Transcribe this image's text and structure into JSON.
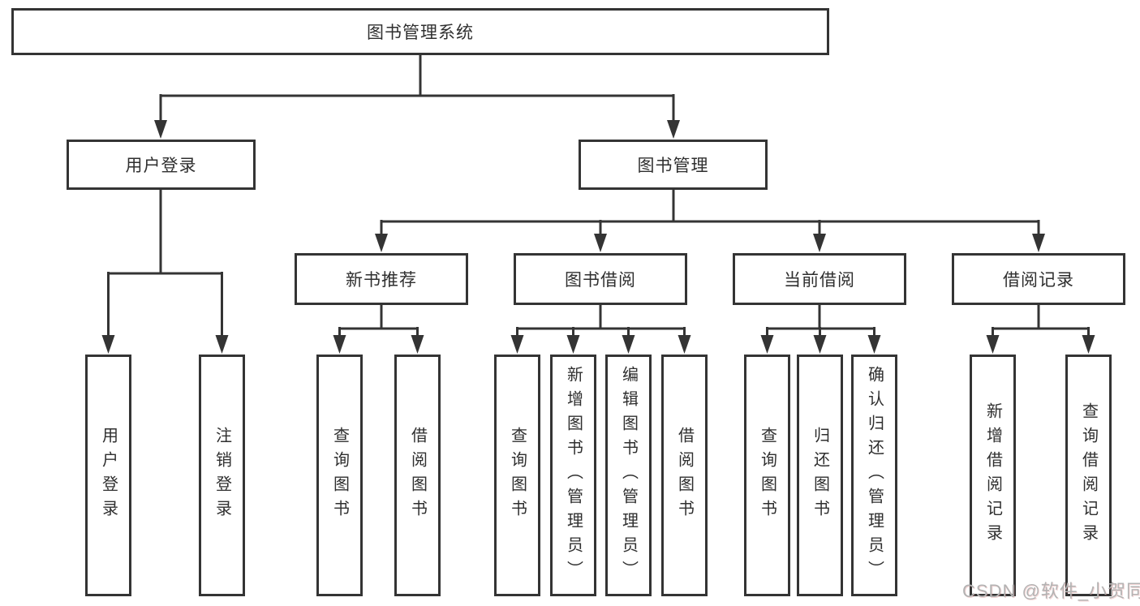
{
  "tree": {
    "label": "图书管理系统",
    "children": [
      {
        "label": "用户登录",
        "children": [
          {
            "label": "用户登录"
          },
          {
            "label": "注销登录"
          }
        ]
      },
      {
        "label": "图书管理",
        "children": [
          {
            "label": "新书推荐",
            "children": [
              {
                "label": "查询图书"
              },
              {
                "label": "借阅图书"
              }
            ]
          },
          {
            "label": "图书借阅",
            "children": [
              {
                "label": "查询图书"
              },
              {
                "label": "新增图书（管理员）"
              },
              {
                "label": "编辑图书（管理员）"
              },
              {
                "label": "借阅图书"
              }
            ]
          },
          {
            "label": "当前借阅",
            "children": [
              {
                "label": "查询图书"
              },
              {
                "label": "归还图书"
              },
              {
                "label": "确认归还（管理员）"
              }
            ]
          },
          {
            "label": "借阅记录",
            "children": [
              {
                "label": "新增借阅记录"
              },
              {
                "label": "查询借阅记录"
              }
            ]
          }
        ]
      }
    ]
  },
  "watermark": "CSDN @软件_小贺同学",
  "colors": {
    "line": "#343434",
    "box_border": "#343434",
    "box_background": "#ffffff",
    "text": "#2f2f2f",
    "watermark": "#b3b3b3"
  }
}
